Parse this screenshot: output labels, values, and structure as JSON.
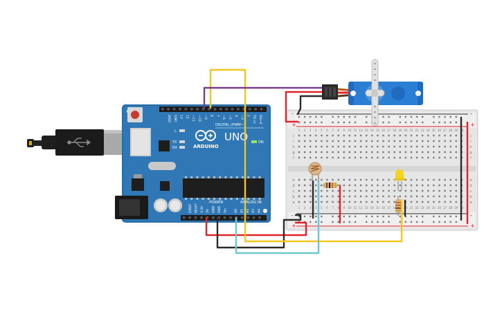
{
  "arduino": {
    "brand": "ARDUINO",
    "model": "UNO",
    "digital_label": "DIGITAL (PWM~)",
    "power_label": "POWER",
    "analog_label": "ANALOG IN",
    "on_label": "ON",
    "led_labels": [
      "L",
      "TX",
      "RX"
    ],
    "digital_pins": [
      "AREF",
      "GND",
      "13",
      "12",
      "~11",
      "~10",
      "~9",
      "8",
      "7",
      "~6",
      "~5",
      "4",
      "~3",
      "2",
      "TX→1",
      "RX←0"
    ],
    "power_pins": [
      "IOREF",
      "RESET",
      "3.3V",
      "5V",
      "GND",
      "GND",
      "Vin"
    ],
    "analog_pins": [
      "A0",
      "A1",
      "A2",
      "A3",
      "A4",
      "A5"
    ]
  },
  "breadboard": {
    "row_letters_top": [
      "a",
      "b",
      "c",
      "d",
      "e"
    ],
    "row_letters_bottom": [
      "f",
      "g",
      "h",
      "i",
      "j"
    ],
    "column_numbers": [
      "1",
      "2",
      "3",
      "4",
      "5",
      "6",
      "7",
      "8",
      "9",
      "10",
      "11",
      "12",
      "13",
      "14",
      "15",
      "16",
      "17",
      "18",
      "19",
      "20",
      "21",
      "22",
      "23",
      "24",
      "25",
      "26",
      "27",
      "28",
      "29",
      "30"
    ],
    "rail_symbols": [
      "-",
      "+"
    ]
  },
  "wire_colors": {
    "red": "#e3212a",
    "black": "#2a2a2a",
    "purple": "#7a3c8c",
    "yellow": "#f2c61f",
    "cyan": "#6cc7d3"
  }
}
